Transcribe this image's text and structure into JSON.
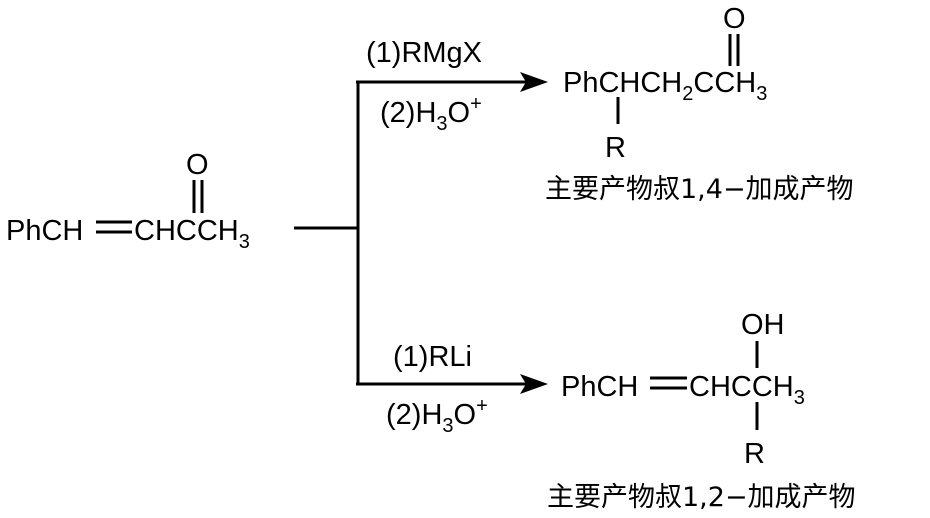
{
  "starting_material": {
    "left": "PhCH",
    "right_a": "CHC",
    "right_b": "CH",
    "sub": "3",
    "carbonyl_o": "O"
  },
  "top_reaction": {
    "cond1": "(1)RMgX",
    "cond2_a": "(2)H",
    "cond2_sub": "3",
    "cond2_b": "O",
    "cond2_sup": "+",
    "product": {
      "text_a": "PhCHCH",
      "sub1": "2",
      "text_b": "CCH",
      "sub2": "3",
      "carbonyl_o": "O",
      "substituent": "R"
    },
    "caption": "主要产物叔1,4−加成产物"
  },
  "bottom_reaction": {
    "cond1": "(1)RLi",
    "cond2_a": "(2)H",
    "cond2_sub": "3",
    "cond2_b": "O",
    "cond2_sup": "+",
    "product": {
      "left": "PhCH",
      "right_a": "CHCCH",
      "sub": "3",
      "hydroxyl": "OH",
      "substituent": "R"
    },
    "caption": "主要产物叔1,2−加成产物"
  }
}
